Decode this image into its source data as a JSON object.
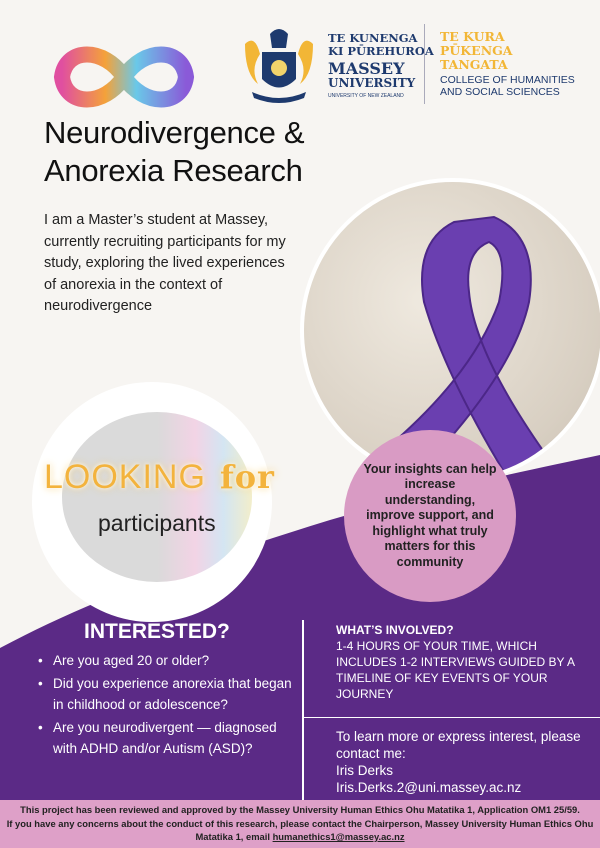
{
  "logos": {
    "university_line1": "TE KUNENGA",
    "university_line2": "KI PŪREHUROA",
    "university_line3": "MASSEY",
    "university_line4": "UNIVERSITY",
    "university_line5": "UNIVERSITY OF NEW ZEALAND",
    "college_line1": "TE KURA",
    "college_line2": "PŪKENGA",
    "college_line3": "TANGATA",
    "college_line4": "COLLEGE OF HUMANITIES",
    "college_line5": "AND SOCIAL SCIENCES"
  },
  "title_line1": "Neurodivergence &",
  "title_line2": "Anorexia Research",
  "intro": "I am a Master’s student at Massey, currently recruiting participants for my study, exploring the lived experiences of anorexia in the context of neurodivergence",
  "looking": "LOOKING",
  "for": "for",
  "participants": "participants",
  "insight": "Your insights can help increase understanding, improve support, and highlight what truly matters for this community",
  "interested": {
    "heading": "INTERESTED?",
    "questions": [
      "Are you aged 20 or older?",
      "Did you experience anorexia that began in childhood or adolescence?",
      "Are you neurodivergent — diagnosed with ADHD and/or Autism (ASD)?"
    ]
  },
  "involved": {
    "heading": "WHAT’S INVOLVED?",
    "text": "1-4 hours of your time, which includes 1-2 interviews guided by a timeline of key events of your journey"
  },
  "contact": {
    "text": "To learn more or express interest, please contact me:",
    "name": "Iris Derks",
    "email": "Iris.Derks.2@uni.massey.ac.nz"
  },
  "footer": {
    "line1": "This project has been reviewed and approved by the Massey University Human Ethics Ohu Matatika 1, Application OM1 25/59.",
    "line2": "If you have any concerns about the conduct of this research, please contact the Chairperson, Massey University Human Ethics Ohu Matatika 1, email",
    "email": "humanethics1@massey.ac.nz"
  },
  "colors": {
    "purple": "#5b2a86",
    "pink": "#dea0c8",
    "gold": "#f3b33d",
    "navy": "#1e3a6e"
  }
}
